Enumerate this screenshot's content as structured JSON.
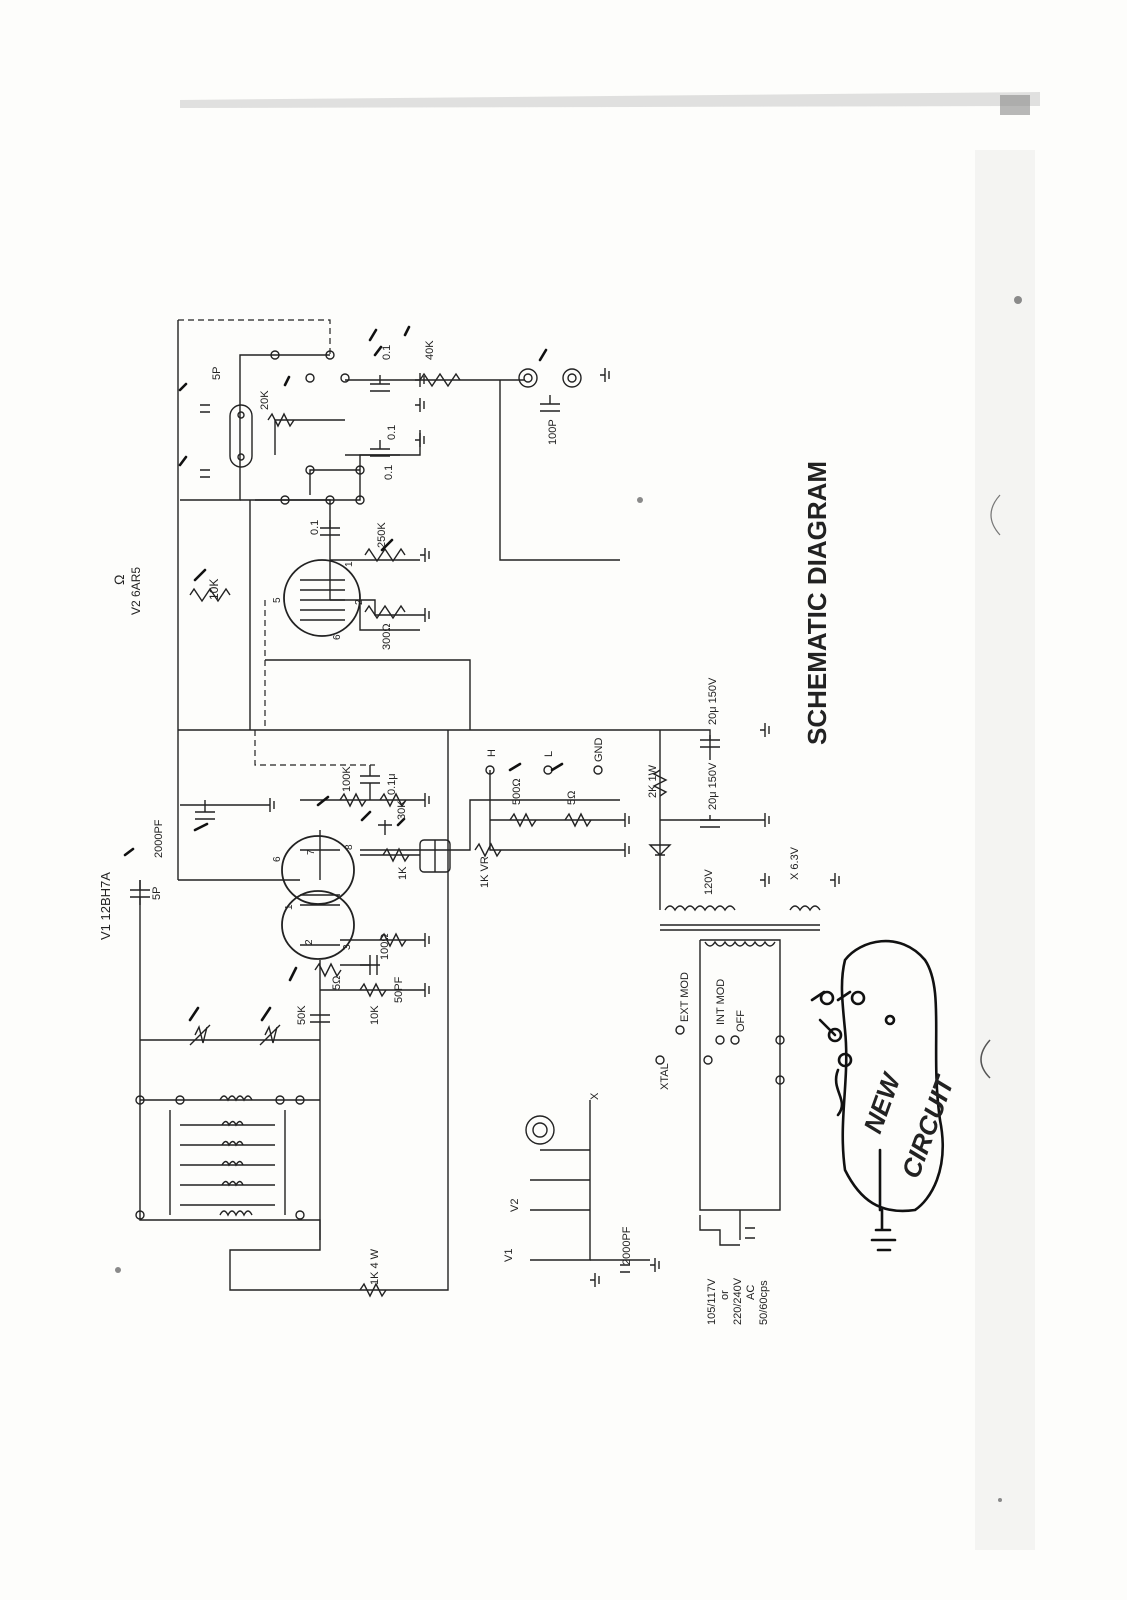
{
  "title": "SCHEMATIC DIAGRAM",
  "tubes": {
    "v1": "V1  12BH7A",
    "v2": "V2  6AR5",
    "v2_symbol": "Ω"
  },
  "components": {
    "c_5p": "5P",
    "c_2000pf_a": "2000PF",
    "r_100k": "100K",
    "c_01u": "0.1μ",
    "r_30k": "30K",
    "r_10k_top": "10K",
    "c_01_v2": "0.1",
    "r_250k": "250K",
    "r_300": "300Ω",
    "c_5p_b": "5P",
    "c_01_out": "0.1",
    "r_40k": "40K",
    "r_20k": "20K",
    "c_01_b": "0.1",
    "c_01_c": "0.1",
    "c_100p": "100P",
    "c_20u_a": "20μ 150V",
    "c_20u_b": "20μ 150V",
    "r_2k": "2K  1W",
    "r_1k": "1K",
    "vr_1k": "1K  VR",
    "r_100": "100Ω",
    "c_50pf": "50PF",
    "r_5": "5Ω",
    "r_50k": "50K",
    "r_10k_bot": "10K",
    "r_500": "500Ω",
    "r_5b": "5Ω",
    "r_1k4w": "1K 4 W",
    "c_2000pf_b": "2000PF",
    "v_120": "120V",
    "v_63": "X  6.3V"
  },
  "terminals": {
    "h": "H",
    "l": "L",
    "gnd": "GND",
    "xtal": "XTAL",
    "ext_mod": "EXT MOD",
    "int_mod": "INT MOD",
    "off": "OFF",
    "x_heater": "X",
    "v1_heater": "V1",
    "v2_heater": "V2"
  },
  "mains": {
    "line1": "105/117V",
    "line2": "or",
    "line3": "220/240V",
    "line4": "AC",
    "line5": "50/60cps"
  },
  "annotation": {
    "line1": "NEW",
    "line2": "CIRCUIT"
  },
  "tube_pins": {
    "v1_p1": "1",
    "v1_p2": "2",
    "v1_p3": "3",
    "v1_p6": "6",
    "v1_p7": "7",
    "v1_p8": "8",
    "v2_p1": "1",
    "v2_p2": "2",
    "v2_p5": "5",
    "v2_p6": "6"
  }
}
